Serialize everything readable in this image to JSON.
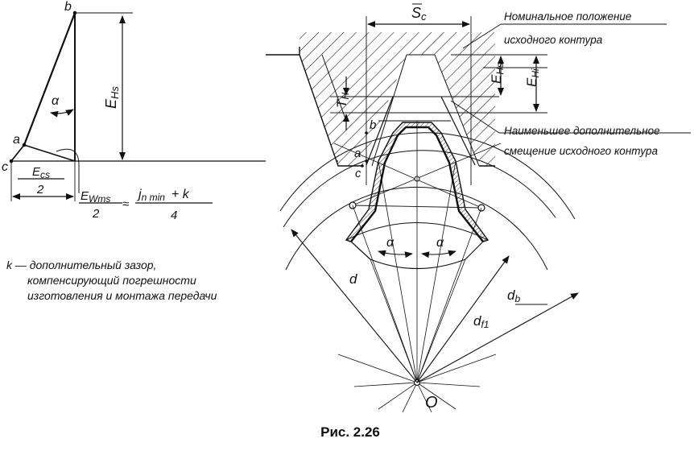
{
  "figure": {
    "caption": "Рис. 2.26",
    "points": {
      "a": "a",
      "b": "b",
      "c": "c",
      "O": "O"
    },
    "symbols": {
      "Sc": "S",
      "Sc_sub": "c",
      "EHs": "E",
      "EHs_sub": "Hs",
      "EHi": "E",
      "EHi_sub": "Hi",
      "TH": "T",
      "TH_sub": "H",
      "alpha": "α",
      "d": "d",
      "db": "d",
      "db_sub": "b",
      "df1": "d",
      "df1_sub": "f1",
      "Ecs": "E",
      "Ecs_sub": "cs",
      "two": "2",
      "EWms": "E",
      "EWms_sub": "Wms",
      "approx": "≈",
      "jn": "j",
      "jn_sub": "n min",
      "plus_k": "+ k",
      "four": "4"
    },
    "annotations": {
      "nominal_line1": "Номинальное положение",
      "nominal_line2": "исходного контура",
      "least_line1": "Наименьшее дополнительное",
      "least_line2": "смещение исходного контура"
    },
    "note": {
      "line1": "k — дополнительный зазор,",
      "line2": "компенсирующий погрешности",
      "line3": "изготовления и монтажа передачи"
    }
  }
}
